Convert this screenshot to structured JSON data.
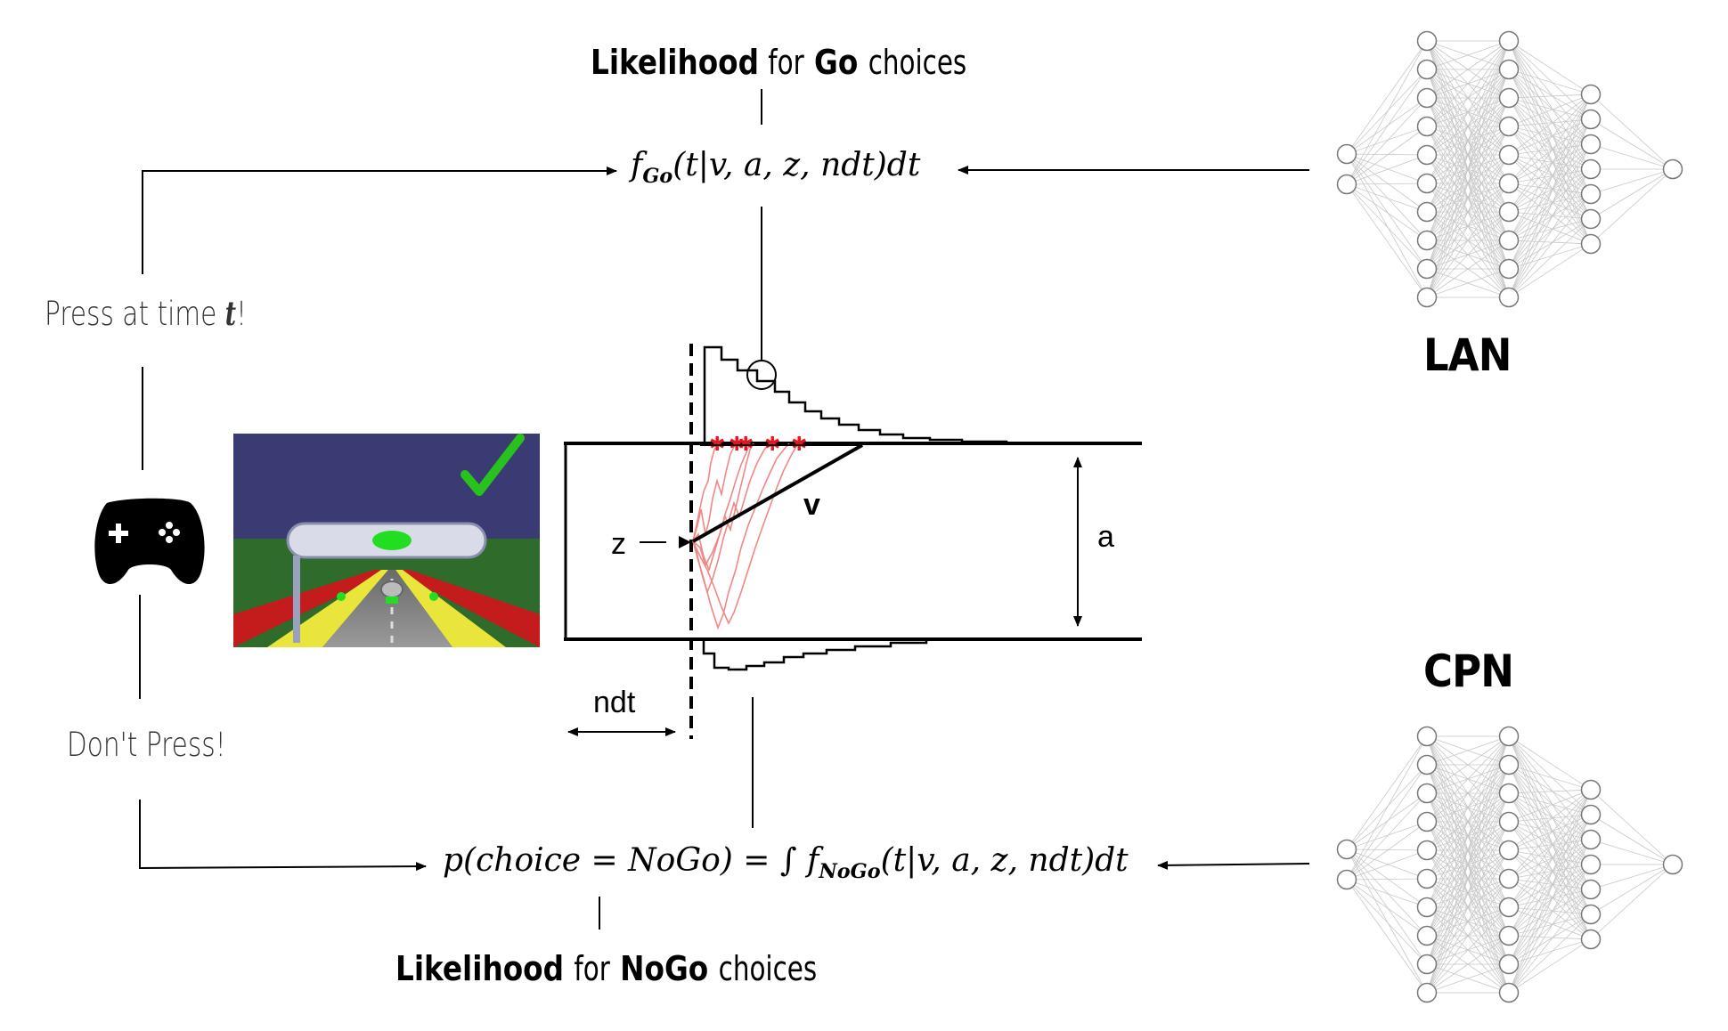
{
  "titles": {
    "go": {
      "w1": "Likelihood",
      "w2": "for",
      "w3": "Go",
      "w4": "choices"
    },
    "nogo": {
      "w1": "Likelihood",
      "w2": "for",
      "w3": "NoGo",
      "w4": "choices"
    }
  },
  "networks": {
    "top": "LAN",
    "bottom": "CPN"
  },
  "actions": {
    "press_pre": "Press at time",
    "press_var": "t",
    "press_post": "!",
    "dont": "Don't Press!"
  },
  "equations": {
    "go": {
      "f": "f",
      "sub": "Go",
      "args": "(t|v, a, z, ndt)dt"
    },
    "nogo": {
      "pre": "p(choice = NoGo) = ∫ ",
      "f": "f",
      "sub": "NoGo",
      "args": "(t|v, a, z, ndt)dt"
    }
  },
  "ddm": {
    "z_label": "z",
    "v_label": "v",
    "a_label": "a",
    "ndt_label": "ndt"
  },
  "icons": [
    "gamepad-icon",
    "checkmark-icon",
    "game-screenshot"
  ],
  "colors": {
    "paths": "#f07a7a",
    "stars": "#e8141e",
    "check": "#27c21d",
    "sky": "#3b3b74",
    "ground": "#2f6b2a"
  }
}
